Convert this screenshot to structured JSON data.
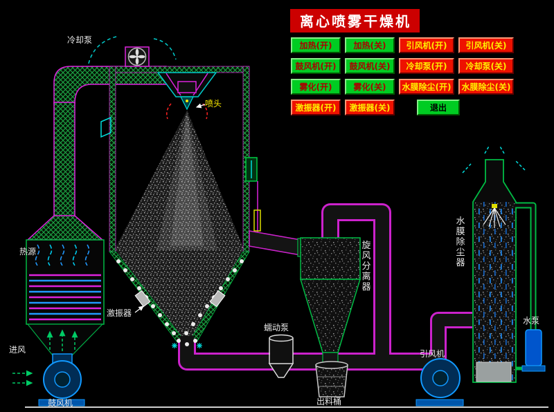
{
  "title": "离心喷雾干燥机",
  "colors": {
    "background": "#000000",
    "title_bg": "#cc0000",
    "title_text": "#ffffff",
    "button_green": "#00cc22",
    "button_red": "#ee1100",
    "button_green_text": "#aa0000",
    "button_red_text": "#ffee00",
    "pipe_magenta": "#cc22cc",
    "mesh_green": "#1fae4a",
    "equipment_blue": "#1199ff"
  },
  "buttons": [
    {
      "label": "加热(开)",
      "color": "green"
    },
    {
      "label": "加热(关)",
      "color": "green"
    },
    {
      "label": "引风机(开)",
      "color": "red"
    },
    {
      "label": "引风机(关)",
      "color": "red"
    },
    {
      "label": "鼓风机(开)",
      "color": "green"
    },
    {
      "label": "鼓风机(关)",
      "color": "green"
    },
    {
      "label": "冷却泵(开)",
      "color": "red"
    },
    {
      "label": "冷却泵(关)",
      "color": "red"
    },
    {
      "label": "雾化(开)",
      "color": "green"
    },
    {
      "label": "雾化(关)",
      "color": "green"
    },
    {
      "label": "水膜除尘(开)",
      "color": "red"
    },
    {
      "label": "水膜除尘(关)",
      "color": "red"
    },
    {
      "label": "激振器(开)",
      "color": "red"
    },
    {
      "label": "激振器(关)",
      "color": "red"
    },
    {
      "label": "退出",
      "color": "green"
    }
  ],
  "labels": {
    "cooling_pump": "冷却泵",
    "spray_head": "喷头",
    "heat_source": "热源",
    "air_inlet": "进风",
    "blower": "鼓风机",
    "vibrator": "激振器",
    "peristaltic_pump": "蠕动泵",
    "discharge_barrel": "出料桶",
    "cyclone_separator": "旋风分离器",
    "water_film_dust_collector": "水膜除尘器",
    "induced_draft_fan": "引风机",
    "water_pump": "水泵"
  }
}
